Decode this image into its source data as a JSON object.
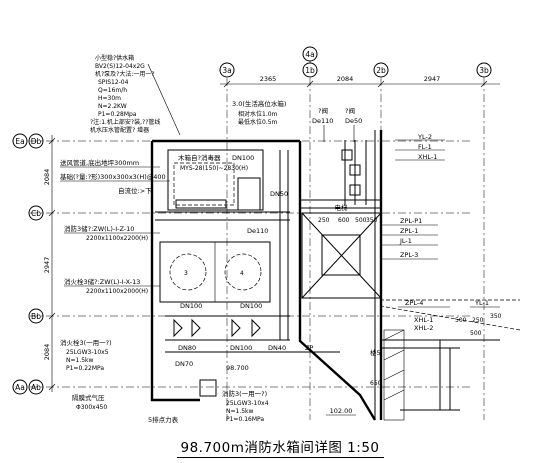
{
  "title": "98.700m消防水箱间详图 1:50",
  "axes": {
    "top": [
      "3a",
      "1b",
      "2b",
      "3b"
    ],
    "top_4a": "4a",
    "left_pairs": [
      [
        "Ea",
        "Db"
      ],
      [
        "Cb"
      ],
      [
        "Bb"
      ],
      [
        "Aa",
        "Ab"
      ]
    ],
    "top_dims": [
      "2365",
      "2084",
      "2947"
    ],
    "left_dims": [
      "2084",
      "2947",
      "2084"
    ]
  },
  "notes": {
    "pump": [
      "小型稳?供水箱",
      "BV2(S)12-04x2G",
      "机?泵及?大法:一用一?",
      "SPIS12-04",
      "Q=16m/h",
      "H=30m",
      "N=2.2KW",
      "P1=0.28Mpa",
      "?注:1.机上部安?装,??管线",
      "机水压水管配置? 增器"
    ],
    "tank_note": [
      "3.0(生活高位水箱)",
      "相对水位1.0m",
      "最低水位0.5m"
    ],
    "valve_ref": "?阀",
    "pipes_top": [
      "De110",
      "De50"
    ],
    "duct": "送风管道,底出地坪300mm",
    "base": "基础(?量:?形)300x300x3(H)@400",
    "self_water": "自流位:>下",
    "equip_tank": "木箱自?消毒器",
    "equip_tank_model": "MYS-28(150)~2830(H)",
    "dn100_a": "DN100",
    "dn50": "DN50",
    "de110": "De110",
    "tank1": "消防3储?:ZW(L)-I-Z-10",
    "tank1_size": "2200x1100x2200(H)",
    "tank2": "消火栓3储?:ZW(L)-I-X-13",
    "tank2_size": "2200x1100x2000(H)",
    "dn100_b": "DN100",
    "dn100_c": "DN100",
    "dn70": "DN70",
    "dn80": "DN80",
    "dn100_d": "DN100",
    "dn40": "DN40",
    "zp": "ZP",
    "elev": "98.700",
    "pump1": "消火栓3(一用一?)",
    "pump1_spec": [
      "25LGW3-10x5",
      "N=1.5kw",
      "P1=0.22MPa"
    ],
    "pump2": "消防3(一用一?)",
    "pump2_spec": [
      "25LGW3-10x4",
      "N=1.5kw",
      "P1=0.16MPa"
    ],
    "valve_well": "隔膜式气压",
    "valve_well_spec": "Φ300x450",
    "five_pt": "5排点力表",
    "elev_2": "102.00",
    "room": "楼5",
    "lobby": "电梯",
    "vert_labels_right": [
      "YL-2",
      "FL-1",
      "XHL-1"
    ],
    "vert_labels_mid": [
      "ZPL-P1",
      "ZPL-1",
      "JL-1",
      "ZPL-3"
    ],
    "vert_labels_low": [
      "ZPL-4",
      "YL-1",
      "XHL-2",
      "XHL-1"
    ],
    "dims_mid": [
      "250",
      "600",
      "500",
      "350"
    ],
    "dims_low": [
      "500",
      "250",
      "350",
      "500"
    ],
    "dims_stair": [
      "650"
    ]
  }
}
